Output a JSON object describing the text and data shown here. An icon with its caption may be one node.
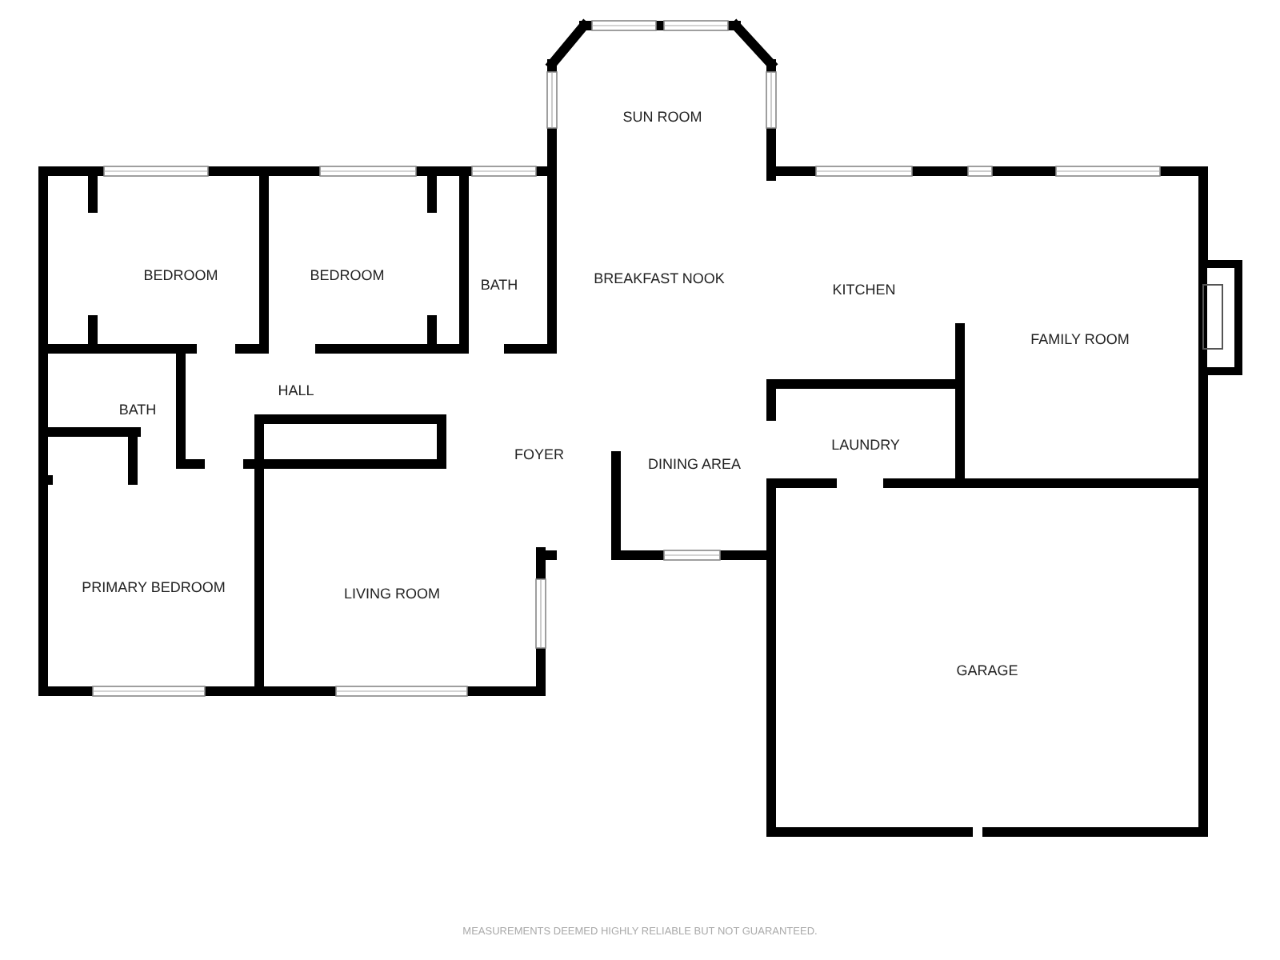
{
  "diagram": {
    "nodes": [
      {
        "text": [
          "SUN ROOM"
        ]
      },
      {
        "text": [
          "BEDROOM"
        ]
      },
      {
        "text": [
          "BEDROOM"
        ]
      },
      {
        "text": [
          "BATH"
        ]
      },
      {
        "text": [
          "BREAKFAST NOOK"
        ]
      },
      {
        "text": [
          "KITCHEN"
        ]
      },
      {
        "text": [
          "FAMILY ROOM"
        ]
      },
      {
        "text": [
          "HALL"
        ]
      },
      {
        "text": [
          "BATH"
        ]
      },
      {
        "text": [
          "LAUNDRY"
        ]
      },
      {
        "text": [
          "FOYER"
        ]
      },
      {
        "text": [
          "DINING AREA"
        ]
      },
      {
        "text": [
          "PRIMARY BEDROOM"
        ]
      },
      {
        "text": [
          "LIVING ROOM"
        ]
      },
      {
        "text": [
          "GARAGE"
        ]
      }
    ],
    "labels": [
      "MEASUREMENTS DEEMED HIGHLY RELIABLE BUT NOT GUARANTEED."
    ]
  }
}
